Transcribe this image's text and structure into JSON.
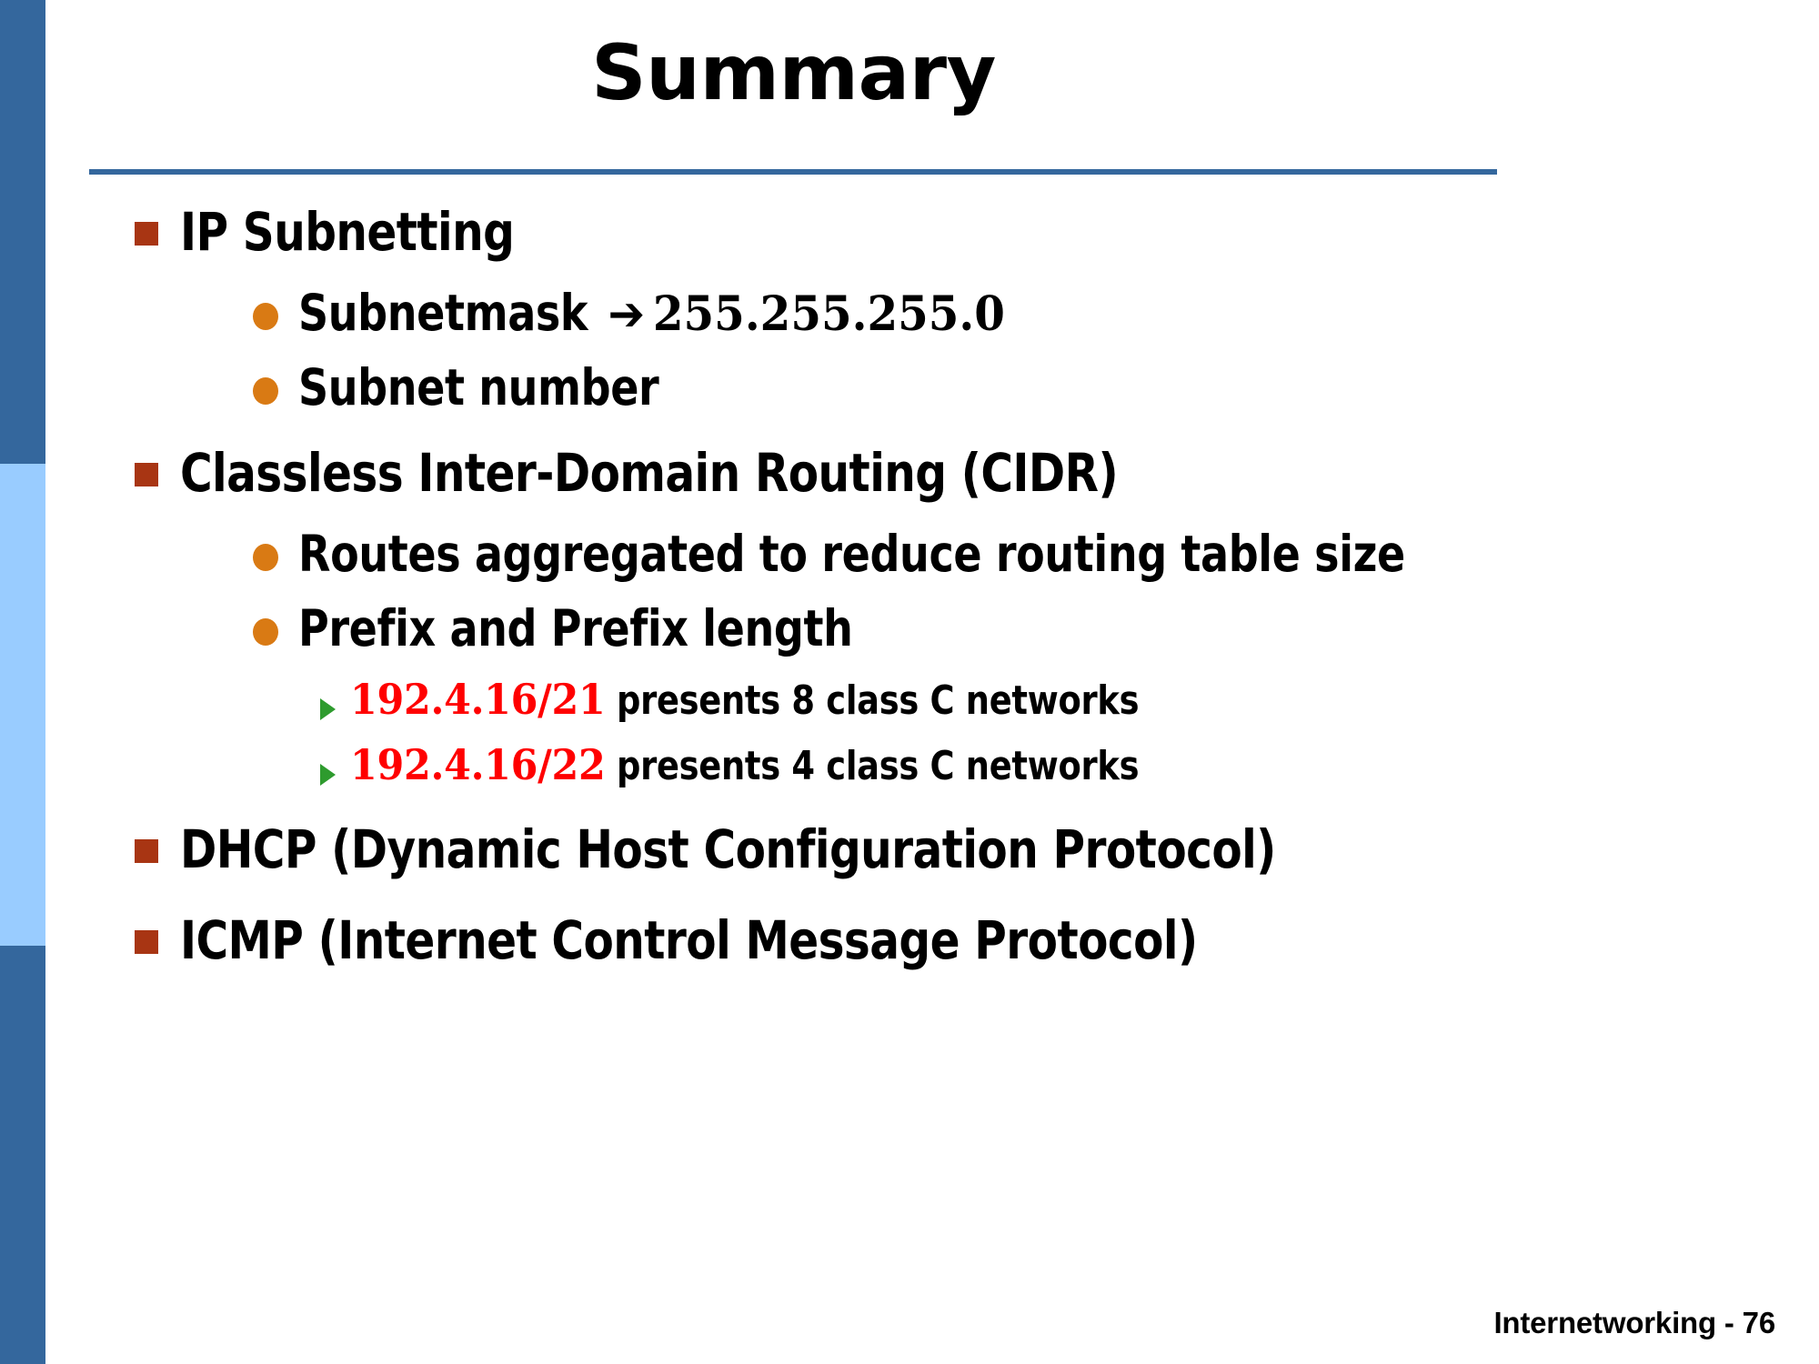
{
  "slide": {
    "title": "Summary",
    "footer": "Internetworking - 76",
    "accent_rule_color": "#34679D",
    "sidebar_dark_color": "#34679D",
    "sidebar_light_color": "#99CCFF",
    "square_bullet_color": "#A83513",
    "dot_bullet_color": "#D97A14",
    "triangle_bullet_color": "#2E9B2E",
    "highlight_red": "#FF0000"
  },
  "content": {
    "b1": {
      "label": "IP Subnetting"
    },
    "b1s1": {
      "label": "Subnetmask",
      "arrow": "➔",
      "value": "255.255.255.0"
    },
    "b1s2": {
      "label": "Subnet number"
    },
    "b2": {
      "label": "Classless Inter-Domain Routing (CIDR)"
    },
    "b2s1": {
      "label": "Routes aggregated to reduce routing table size"
    },
    "b2s2": {
      "label": "Prefix and Prefix length"
    },
    "b2s2a": {
      "prefix": "192.4.16/21",
      "tail": " presents 8 class C networks"
    },
    "b2s2b": {
      "prefix": "192.4.16/22",
      "tail": " presents 4 class C networks"
    },
    "b3": {
      "label": "DHCP (Dynamic Host Configuration Protocol)"
    },
    "b4": {
      "label": "ICMP (Internet Control Message Protocol)"
    }
  }
}
